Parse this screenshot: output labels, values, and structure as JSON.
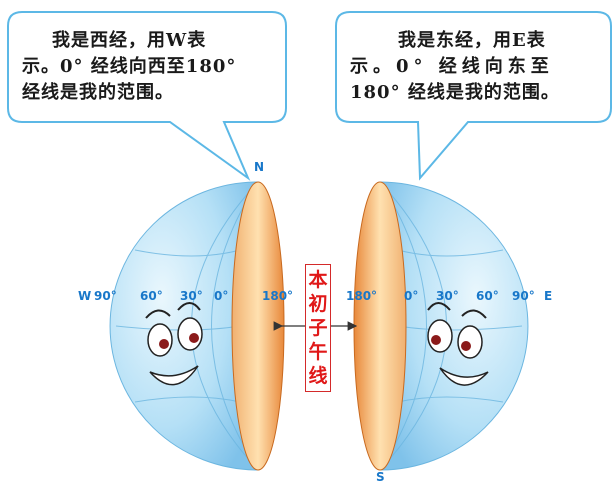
{
  "bubbles": {
    "west": {
      "lines": [
        "我是西经，用W表",
        "示。0° 经线向西至180°",
        "经线是我的范围。"
      ]
    },
    "east": {
      "lines": [
        "我是东经，用E表",
        "示。0° 经线向东至",
        "180° 经线是我的范围。"
      ]
    }
  },
  "poles": {
    "north": "N",
    "south": "S"
  },
  "west_hemisphere": {
    "side_letter": "W",
    "longitudes": [
      "90°",
      "60°",
      "30°",
      "0°",
      "180°"
    ]
  },
  "east_hemisphere": {
    "side_letter": "E",
    "longitudes": [
      "180°",
      "0°",
      "30°",
      "60°",
      "90°"
    ]
  },
  "prime_meridian_label": [
    "本",
    "初",
    "子",
    "午",
    "线"
  ],
  "colors": {
    "globe_blue": "#a9dbf5",
    "cut_face_orange": "#f5a860",
    "label_blue": "#1877c9",
    "meridian_red": "#e01818"
  }
}
